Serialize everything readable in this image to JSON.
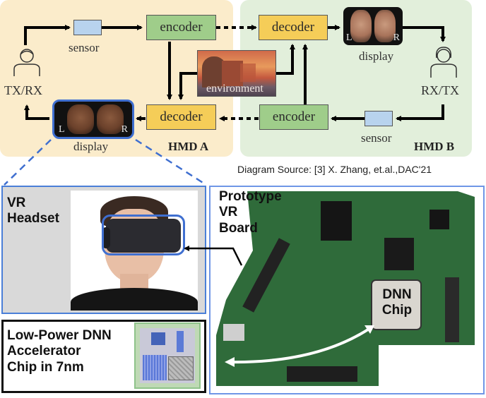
{
  "diagram": {
    "hmd_a": {
      "label": "HMD A",
      "user_label": "TX/RX",
      "sensor_label": "sensor",
      "encoder_label": "encoder",
      "decoder_label": "decoder",
      "display_label": "display",
      "display_left": "L",
      "display_right": "R"
    },
    "hmd_b": {
      "label": "HMD B",
      "user_label": "RX/TX",
      "sensor_label": "sensor",
      "encoder_label": "encoder",
      "decoder_label": "decoder",
      "display_label": "display",
      "display_left": "L",
      "display_right": "R"
    },
    "environment_label": "environment",
    "caption": "Diagram Source: [3] X. Zhang, et.al.,DAC'21"
  },
  "vr_headset": {
    "title_line1": "VR",
    "title_line2": "Headset"
  },
  "chip": {
    "line1": "Low-Power DNN",
    "line2": "Accelerator",
    "line3": "Chip in 7nm"
  },
  "board": {
    "title_line1": "Prototype",
    "title_line2": "VR",
    "title_line3": "Board",
    "chip_line1": "DNN",
    "chip_line2": "Chip"
  },
  "colors": {
    "panel_a": "#fbeccb",
    "panel_b": "#e2efdb",
    "encoder": "#9fcd8a",
    "decoder": "#f5cd58",
    "sensor": "#b8d3ee",
    "highlight_blue": "#3f6fd0",
    "pcb_green": "#2f6b3a"
  }
}
